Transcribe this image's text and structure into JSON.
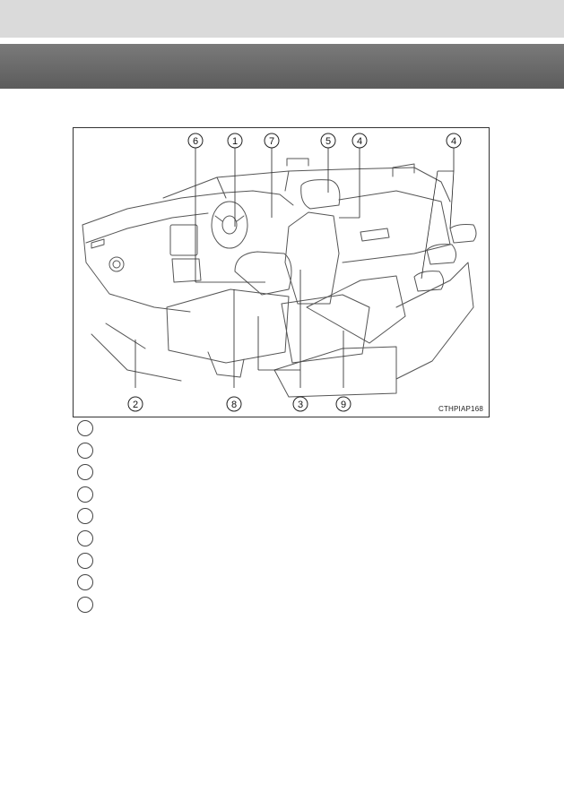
{
  "header": {
    "band_color": "#dadada",
    "title_band_color": "#666666"
  },
  "figure": {
    "code": "CTHPIAP168",
    "callouts": [
      {
        "n": "6"
      },
      {
        "n": "1"
      },
      {
        "n": "7"
      },
      {
        "n": "5"
      },
      {
        "n": "4"
      },
      {
        "n": "4"
      },
      {
        "n": "2"
      },
      {
        "n": "8"
      },
      {
        "n": "3"
      },
      {
        "n": "9"
      }
    ]
  },
  "legend": {
    "count": 9
  }
}
